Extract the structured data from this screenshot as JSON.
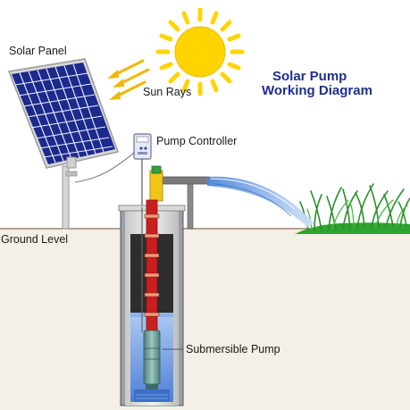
{
  "diagram": {
    "title_line1": "Solar Pump",
    "title_line2": "Working Diagram",
    "labels": {
      "solar_panel": "Solar Panel",
      "sun_rays": "Sun Rays",
      "pump_controller": "Pump Controller",
      "ground_level": "Ground Level",
      "submersible_pump": "Submersible Pump"
    },
    "colors": {
      "sun": "#ffd400",
      "sun_rays": "#f2b705",
      "panel_cell": "#1c2a8c",
      "well_water": "#5b8fe0",
      "water_jet": "#6aa3e8",
      "pipe_red": "#c8201e",
      "grass": "#2fa32f",
      "ground_soil": "#efe6da",
      "title": "#1f2f8f"
    }
  }
}
